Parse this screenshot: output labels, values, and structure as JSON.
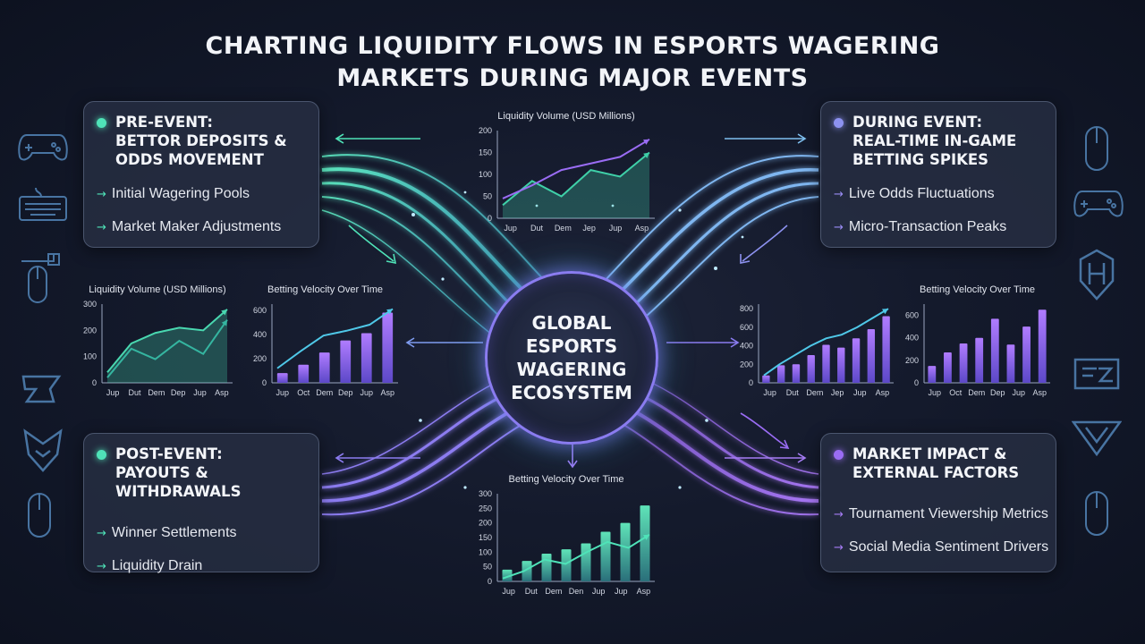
{
  "title_lines": [
    "CHARTING LIQUIDITY FLOWS IN ESPORTS WAGERING",
    "MARKETS DURING MAJOR EVENTS"
  ],
  "center": {
    "label": "GLOBAL\nESPORTS\nWAGERING\nECOSYSTEM"
  },
  "colors": {
    "teal": "#4fe3b8",
    "violet": "#9a6cf4",
    "periwinkle": "#8d92f0",
    "panel_border": "#96a5c8"
  },
  "panels": {
    "pre_event": {
      "title": "PRE-EVENT:\nBETTOR DEPOSITS &\nODDS MOVEMENT",
      "items": [
        "Initial Wagering Pools",
        "Market Maker Adjustments"
      ]
    },
    "during_event": {
      "title": "DURING EVENT:\nREAL-TIME IN-GAME\nBETTING SPIKES",
      "items": [
        "Live Odds Fluctuations",
        "Micro-Transaction Peaks"
      ]
    },
    "post_event": {
      "title": "POST-EVENT:\nPAYOUTS & WITHDRAWALS",
      "items": [
        "Winner Settlements",
        "Liquidity Drain"
      ]
    },
    "market_impact": {
      "title": "MARKET IMPACT &\nEXTERNAL FACTORS",
      "items": [
        "Tournament Viewership Metrics",
        "Social Media Sentiment Drivers"
      ]
    }
  },
  "icons": [
    "gamepad-icon",
    "keyboard-icon",
    "mouse-icon",
    "esports-logo-icon",
    "shield-logo-icon",
    "gamepad-icon",
    "mouse-icon",
    "esports-logo-icon"
  ],
  "chart_data": [
    {
      "id": "top-center",
      "type": "line",
      "title": "Liquidity Volume (USD Millions)",
      "categories": [
        "Jup",
        "Dut",
        "Dem",
        "Jep",
        "Jup",
        "Asp"
      ],
      "yticks": [
        0,
        50,
        100,
        150,
        200
      ],
      "ylim": [
        0,
        200
      ],
      "series": [
        {
          "values": [
            30,
            85,
            50,
            110,
            95,
            150
          ],
          "color": "#3fd0a8",
          "fill": true
        },
        {
          "values": [
            45,
            75,
            110,
            125,
            140,
            180
          ],
          "color": "#9a6cf4",
          "fill": false
        }
      ]
    },
    {
      "id": "left-liquidity",
      "type": "line",
      "title": "Liquidity Volume (USD Millions)",
      "categories": [
        "Jup",
        "Dut",
        "Dem",
        "Dep",
        "Jup",
        "Asp"
      ],
      "yticks": [
        0,
        100,
        200,
        300
      ],
      "ylim": [
        0,
        300
      ],
      "series": [
        {
          "values": [
            40,
            150,
            190,
            210,
            200,
            280
          ],
          "color": "#49d8b0",
          "fill": true
        },
        {
          "values": [
            20,
            130,
            90,
            160,
            110,
            240
          ],
          "color": "#35b5a0",
          "fill": false
        }
      ]
    },
    {
      "id": "left-velocity",
      "type": "bar",
      "title": "Betting Velocity Over Time",
      "categories": [
        "Jup",
        "Oct",
        "Dem",
        "Dep",
        "Jup",
        "Asp"
      ],
      "yticks": [
        0,
        200,
        400,
        600
      ],
      "ylim": [
        0,
        650
      ],
      "values": [
        80,
        150,
        250,
        350,
        410,
        580
      ],
      "trend": [
        120,
        260,
        390,
        430,
        480,
        610
      ]
    },
    {
      "id": "right-liquidity",
      "type": "bar",
      "title": "",
      "categories": [
        "Jup",
        "Dut",
        "Dem",
        "Jep",
        "Jup",
        "Asp"
      ],
      "yticks": [
        0,
        200,
        400,
        600,
        800
      ],
      "ylim": [
        0,
        850
      ],
      "values": [
        80,
        190,
        200,
        300,
        410,
        380,
        480,
        580,
        720
      ],
      "trend": [
        80,
        200,
        300,
        400,
        480,
        520,
        600,
        700,
        800
      ]
    },
    {
      "id": "right-velocity",
      "type": "bar",
      "title": "Betting Velocity Over Time",
      "categories": [
        "Jup",
        "Oct",
        "Dem",
        "Dep",
        "Jup",
        "Asp"
      ],
      "yticks": [
        0,
        200,
        400,
        600
      ],
      "ylim": [
        0,
        700
      ],
      "values": [
        150,
        270,
        350,
        400,
        570,
        340,
        500,
        650
      ],
      "trend": []
    },
    {
      "id": "bottom-center",
      "type": "bar",
      "title": "Betting Velocity Over Time",
      "categories": [
        "Jup",
        "Dut",
        "Dem",
        "Den",
        "Jup",
        "Jup",
        "Asp"
      ],
      "yticks": [
        0,
        50,
        100,
        150,
        200,
        250,
        300
      ],
      "ylim": [
        0,
        300
      ],
      "values": [
        40,
        70,
        95,
        110,
        130,
        170,
        200,
        260
      ],
      "trend": [
        10,
        35,
        75,
        60,
        100,
        135,
        115,
        160
      ]
    }
  ]
}
